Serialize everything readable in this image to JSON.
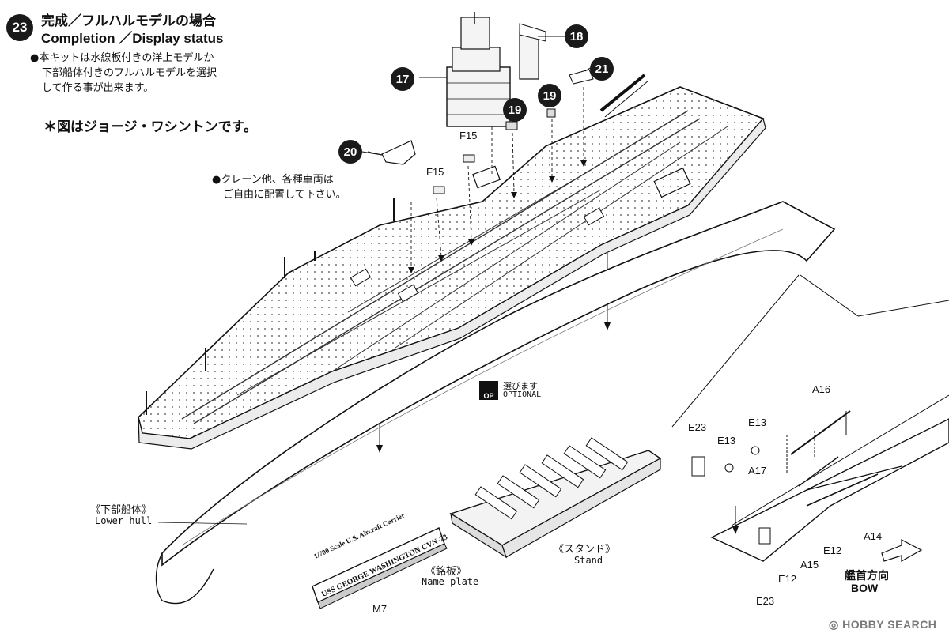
{
  "step": {
    "number": "23",
    "title_jp": "完成／フルハルモデルの場合",
    "title_en": "Completion ／Display status"
  },
  "notes": {
    "kit_lines": [
      "●本キットは水線板付きの洋上モデルか",
      "下部船体付きのフルハルモデルを選択",
      "して作る事が出来ます。"
    ],
    "figure_note": "＊図はジョージ・ワシントンです。",
    "crane_lines": [
      "●クレーン他、各種車両は",
      "ご自由に配置して下さい。"
    ]
  },
  "badges": {
    "b17": "17",
    "b18": "18",
    "b19a": "19",
    "b19b": "19",
    "b20": "20",
    "b21": "21"
  },
  "parts": {
    "f15a": "F15",
    "f15b": "F15",
    "e23a": "E23",
    "e23b": "E23",
    "e13a": "E13",
    "e13b": "E13",
    "a16": "A16",
    "a17": "A17",
    "a14": "A14",
    "a15": "A15",
    "e12a": "E12",
    "e12b": "E12",
    "m7": "M7"
  },
  "labels": {
    "lower_hull_jp": "《下部船体》",
    "lower_hull_en": "Lower hull",
    "nameplate_jp": "《銘板》",
    "nameplate_en": "Name-plate",
    "stand_jp": "《スタンド》",
    "stand_en": "Stand"
  },
  "nameplate": {
    "line1": "1/700 Scale U.S. Aircraft Carrier",
    "line2": "USS GEORGE WASHINGTON CVN-73"
  },
  "optional": {
    "icon": "OP",
    "jp": "選びます",
    "en": "OPTIONAL"
  },
  "bow": {
    "jp": "艦首方向",
    "en": "BOW"
  },
  "watermark": "HOBBY SEARCH"
}
